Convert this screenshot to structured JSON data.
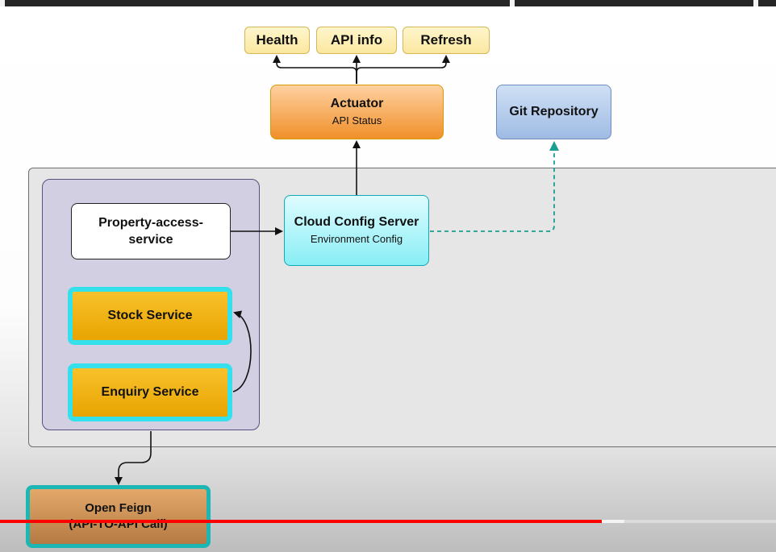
{
  "endpoints": [
    "Health",
    "API info",
    "Refresh"
  ],
  "actuator": {
    "title": "Actuator",
    "subtitle": "API Status"
  },
  "git_repository": {
    "label": "Git Repository"
  },
  "property_access_service": {
    "line1": "Property-access-",
    "line2": "service"
  },
  "cloud_config_server": {
    "title": "Cloud Config Server",
    "subtitle": "Environment Config"
  },
  "stock_service": {
    "label": "Stock Service"
  },
  "enquiry_service": {
    "label": "Enquiry Service"
  },
  "open_feign": {
    "title": "Open Feign",
    "subtitle": "(API-TO-API Call)"
  },
  "video": {
    "progress_fraction": 0.775,
    "buffered_fraction": 0.805
  },
  "colors": {
    "endpoint_fill": "#fbe7a0",
    "actuator_fill": "#f0902a",
    "git_fill": "#9fbbe4",
    "config_fill": "#88eef5",
    "service_fill": "#e8a400",
    "service_border": "#33e0ec",
    "feign_fill": "#b57a42",
    "dashed_link": "#1a9e8f",
    "progress": "#ff0000"
  }
}
